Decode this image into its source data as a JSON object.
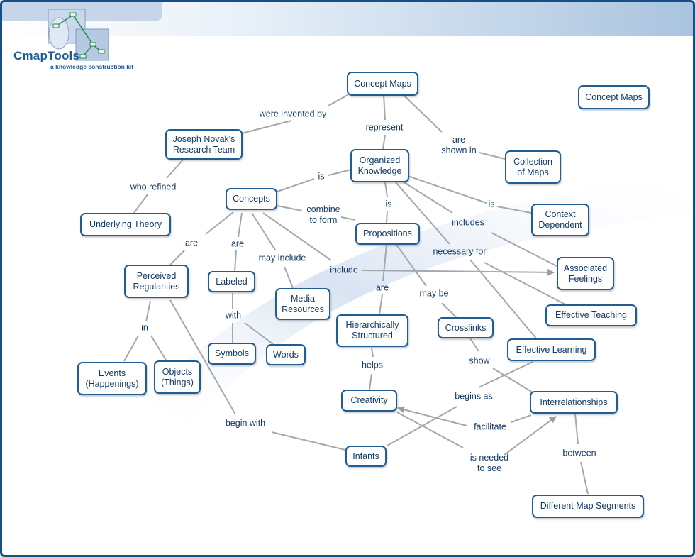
{
  "logo": {
    "name": "CmapTools",
    "tagline": "a knowledge construction kit"
  },
  "colors": {
    "border": "#1f5d93",
    "text": "#123a66",
    "link": "#a4a7ab",
    "frame": "#164f86"
  },
  "nodes": {
    "concept_maps": "Concept Maps",
    "concept_maps_legend": "Concept Maps",
    "novak": "Joseph Novak's\nResearch Team",
    "organized_knowledge": "Organized\nKnowledge",
    "collection": "Collection\nof Maps",
    "concepts": "Concepts",
    "underlying_theory": "Underlying Theory",
    "propositions": "Propositions",
    "context": "Context\nDependent",
    "associated_feelings": "Associated\nFeelings",
    "perceived": "Perceived\nRegularities",
    "labeled": "Labeled",
    "media": "Media\nResources",
    "hierarchically": "Hierarchically\nStructured",
    "crosslinks": "Crosslinks",
    "effective_teaching": "Effective Teaching",
    "effective_learning": "Effective Learning",
    "symbols": "Symbols",
    "words": "Words",
    "events": "Events\n(Happenings)",
    "objects": "Objects\n(Things)",
    "creativity": "Creativity",
    "interrelationships": "Interrelationships",
    "infants": "Infants",
    "segments": "Different Map Segments"
  },
  "labels": {
    "were_invented_by": "were invented by",
    "represent": "represent",
    "are_shown_in": "are\nshown in",
    "who_refined": "who refined",
    "is_1": "is",
    "is_2": "is",
    "is_3": "is",
    "includes": "includes",
    "combine_to_form": "combine\nto form",
    "necessary_for": "necessary for",
    "are_1": "are",
    "are_2": "are",
    "are_3": "are",
    "may_include": "may include",
    "include": "include",
    "may_be": "may be",
    "with": "with",
    "in": "in",
    "helps": "helps",
    "show": "show",
    "begins_as": "begins as",
    "begin_with": "begin with",
    "facilitate": "facilitate",
    "is_needed_to_see": "is needed\nto see",
    "between": "between"
  }
}
